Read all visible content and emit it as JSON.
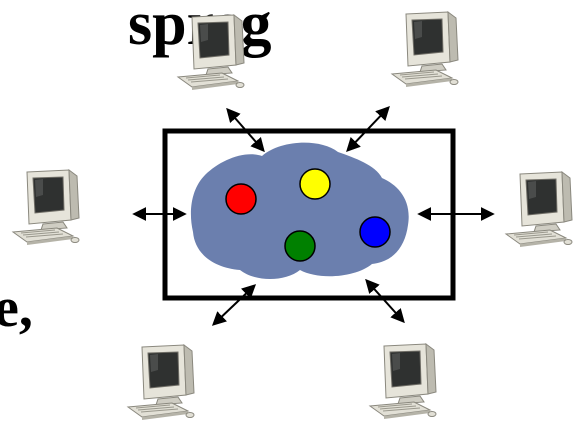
{
  "text_fragments": {
    "top": "spreg",
    "left": "e,"
  },
  "colors": {
    "blob": "#6b7fae",
    "frame": "#000000",
    "arrow": "#000000",
    "monitor_body": "#d8d6cc",
    "screen": "#2f3130",
    "dot_red": "#ff0000",
    "dot_yellow": "#ffff00",
    "dot_green": "#008000",
    "dot_blue": "#0000ff"
  },
  "computers": [
    {
      "id": "top-left",
      "icon": "computer-icon"
    },
    {
      "id": "top-right",
      "icon": "computer-icon"
    },
    {
      "id": "left",
      "icon": "computer-icon"
    },
    {
      "id": "right",
      "icon": "computer-icon"
    },
    {
      "id": "bottom-left",
      "icon": "computer-icon"
    },
    {
      "id": "bottom-right",
      "icon": "computer-icon"
    }
  ]
}
